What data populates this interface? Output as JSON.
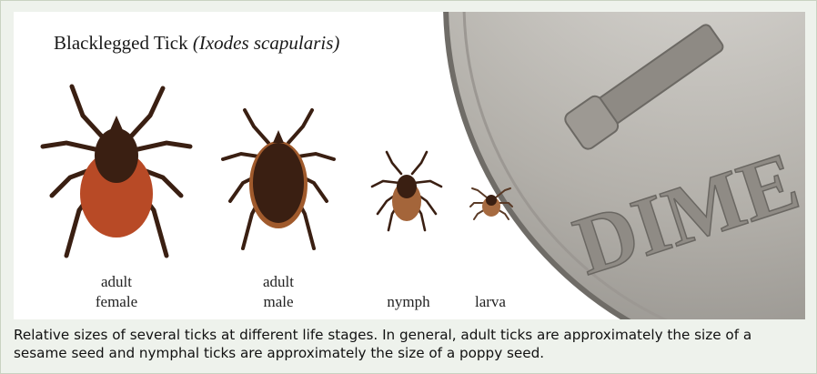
{
  "figure": {
    "title_common": "Blacklegged Tick",
    "title_scientific": "(Ixodes scapularis)",
    "coin_text": "DIME",
    "stages": [
      {
        "line1": "adult",
        "line2": "female"
      },
      {
        "line1": "adult",
        "line2": "male"
      },
      {
        "line1": "nymph",
        "line2": ""
      },
      {
        "line1": "larva",
        "line2": ""
      }
    ]
  },
  "caption": "Relative sizes of several ticks at different life stages. In general, adult ticks are approximately the size of a sesame seed and nymphal ticks are approximately the size of a poppy seed.",
  "colors": {
    "tick_dark": "#3a1f12",
    "tick_female_body": "#b84a26",
    "coin": "#b9b6b0"
  }
}
